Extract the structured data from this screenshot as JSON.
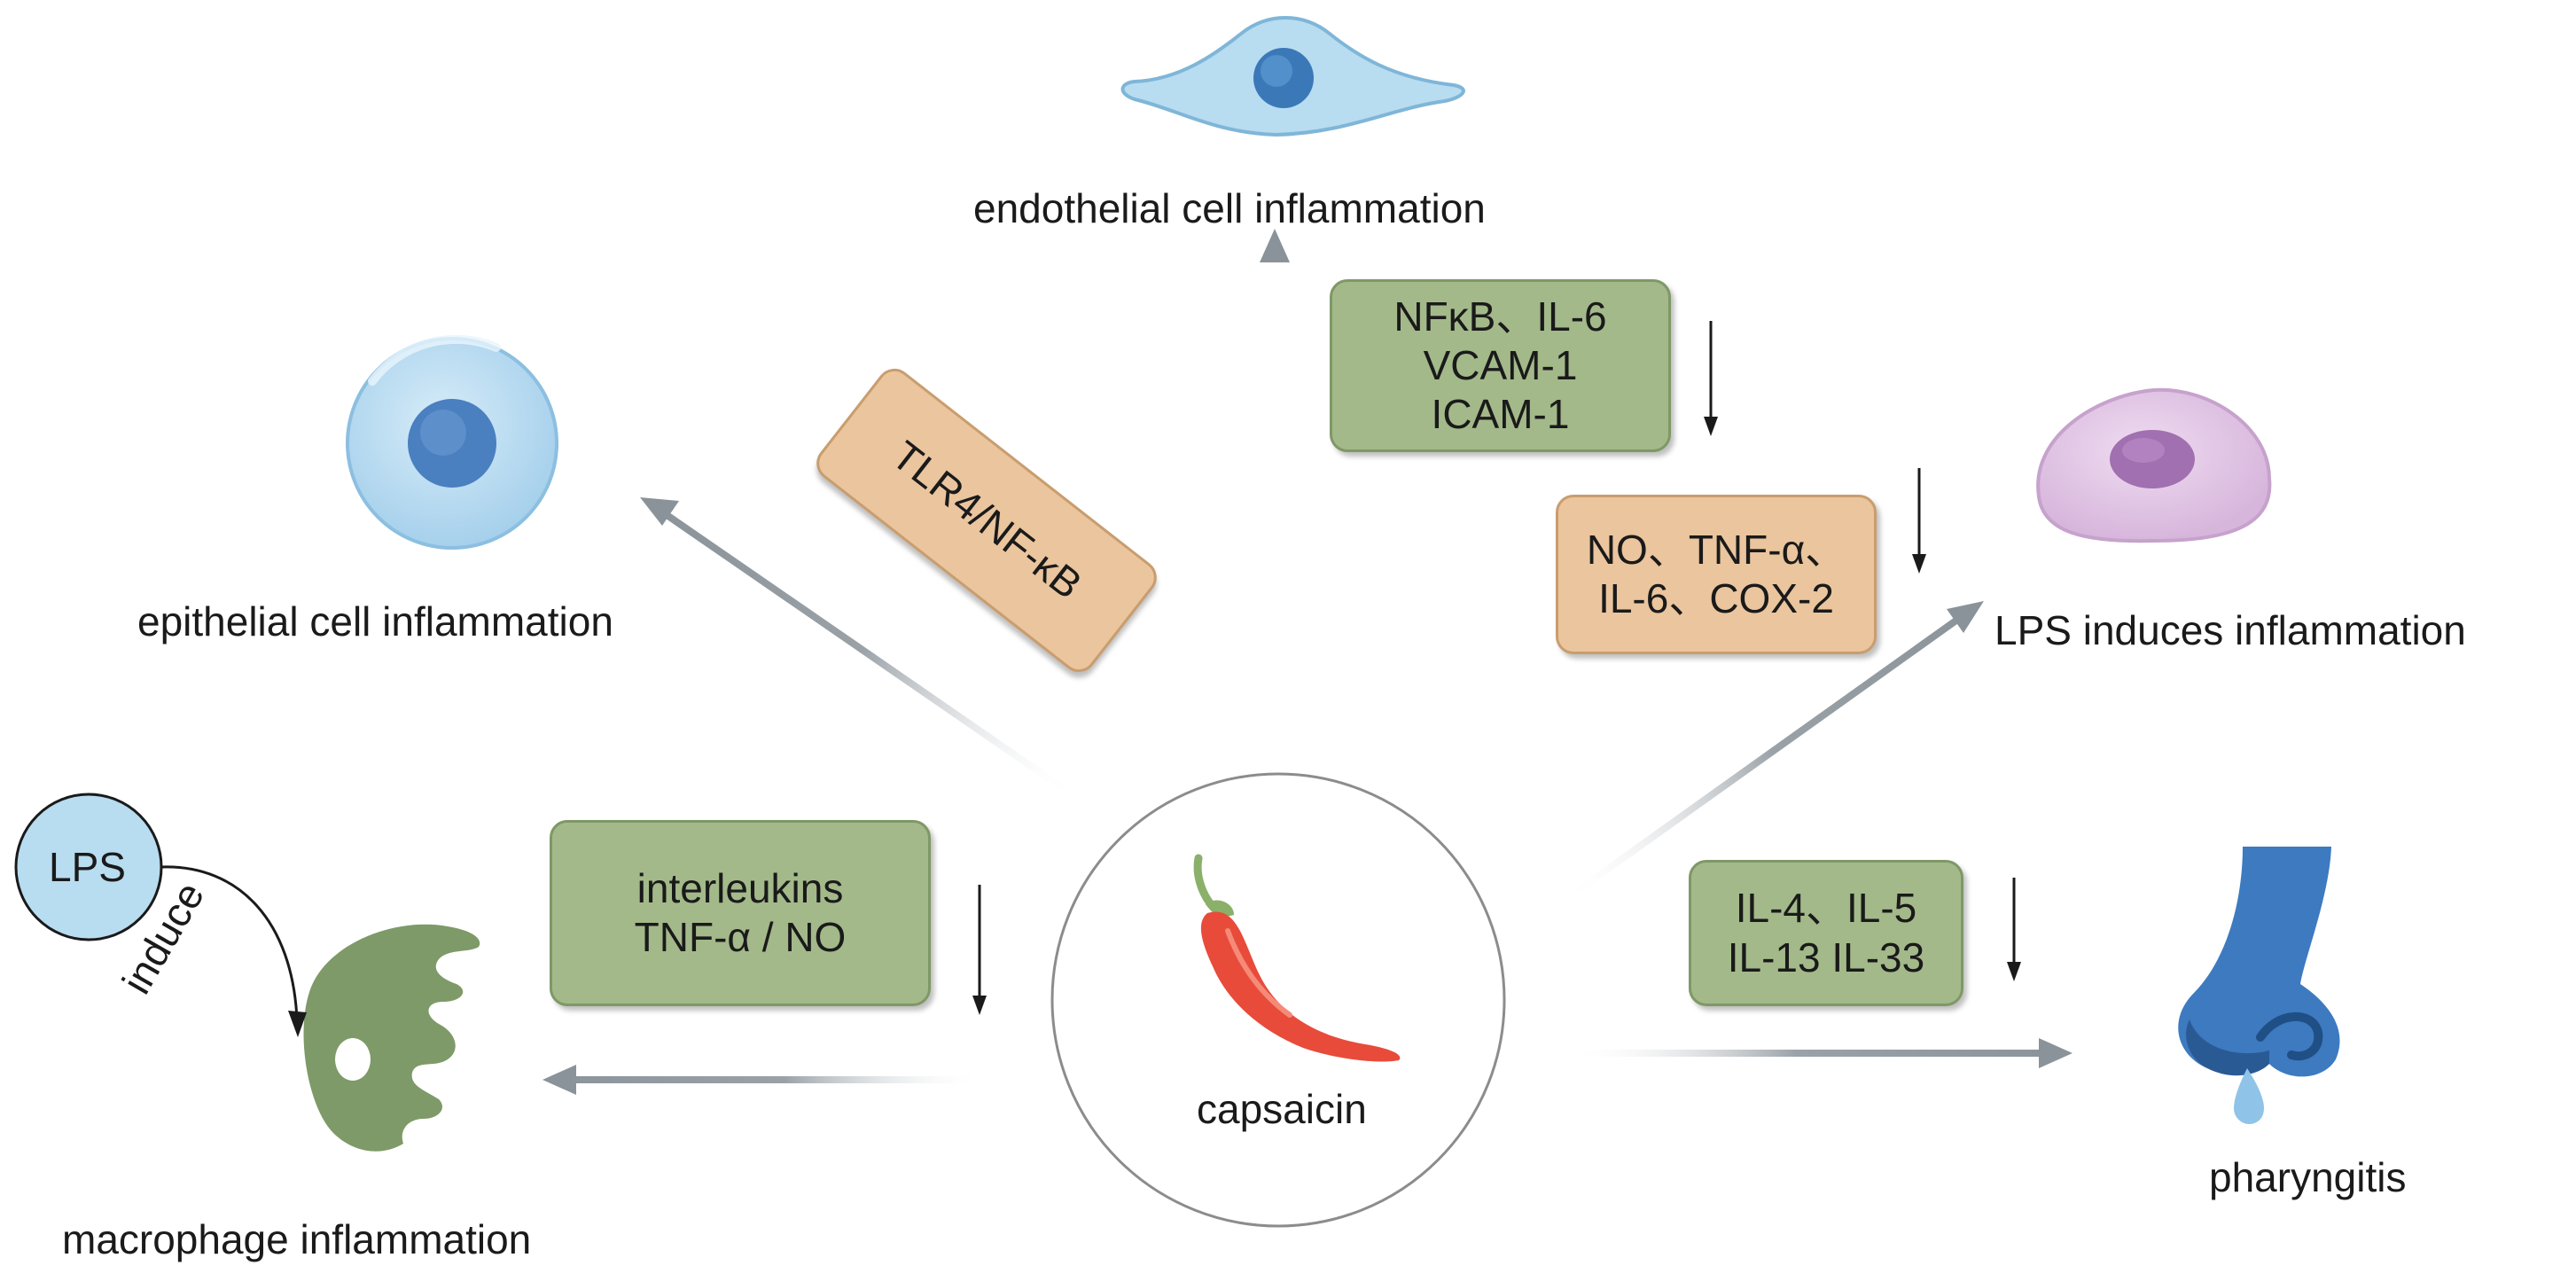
{
  "center": {
    "label": "capsaicin",
    "icon": "chili-pepper-icon"
  },
  "targets": {
    "endothelial": {
      "label": "endothelial cell inflammation",
      "icon": "endothelial-cell-icon"
    },
    "epithelial": {
      "label": "epithelial cell inflammation",
      "icon": "epithelial-cell-icon"
    },
    "lps": {
      "label": "LPS induces inflammation",
      "icon": "lps-cell-icon"
    },
    "macrophage": {
      "label": "macrophage inflammation",
      "icon": "macrophage-icon"
    },
    "pharyngitis": {
      "label": "pharyngitis",
      "icon": "nose-icon"
    }
  },
  "boxes": {
    "tlr4": {
      "lines": [
        "TLR4/NF-κB"
      ]
    },
    "endothelial": {
      "lines": [
        "NFκB、IL-6",
        "VCAM-1",
        "ICAM-1"
      ]
    },
    "lps": {
      "lines": [
        "NO、TNF-α、",
        "IL-6、COX-2"
      ]
    },
    "macrophage": {
      "lines": [
        "interleukins",
        "TNF-α  / NO"
      ]
    },
    "pharyngitis": {
      "lines": [
        "IL-4、IL-5",
        "IL-13  IL-33"
      ]
    }
  },
  "lps_node": {
    "label": "LPS",
    "induce_label": "induce"
  },
  "colors": {
    "arrow": "#9aa2a8",
    "green_box": "#a3b98a",
    "orange_box": "#eac59e",
    "cell_blue": "#b8dcf0",
    "nucleus_blue": "#4a7fc0",
    "cell_pink": "#e2c8e6",
    "nucleus_purple": "#a070b0",
    "macrophage": "#7e9a68",
    "chili_red": "#e84b3a",
    "nose_blue": "#3d7ac0"
  }
}
